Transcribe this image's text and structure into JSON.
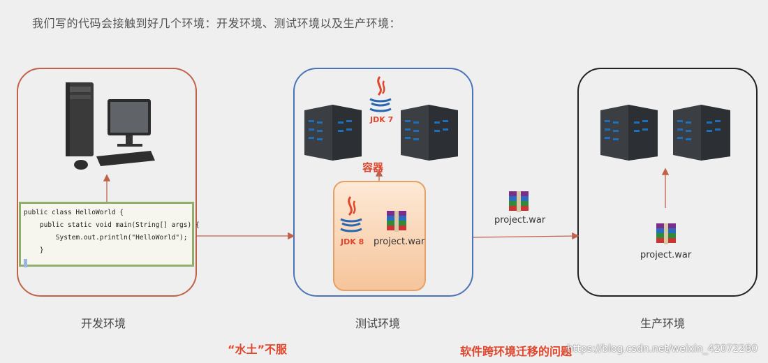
{
  "heading": "我们写的代码会接触到好几个环境：开发环境、测试环境以及生产环境：",
  "panels": {
    "dev": {
      "caption": "开发环境"
    },
    "test": {
      "caption": "测试环境",
      "container_label": "容器",
      "jdk_top": "JDK 7",
      "jdk_inner": "JDK 8",
      "war_inner": "project.war"
    },
    "prod": {
      "caption": "生产环境",
      "war_label": "project.war"
    }
  },
  "transfer": {
    "war_label": "project.war"
  },
  "code": {
    "lines": [
      "public class HelloWorld {",
      "    public static void main(String[] args) {",
      "        System.out.println(\"HelloWorld\");",
      "    }"
    ]
  },
  "footer": {
    "left_text": "“水土”不服",
    "right_text": "软件跨环境迁移的问题",
    "watermark": "https://blog.csdn.net/weixin_42072280"
  },
  "colors": {
    "dev_border": "#c0614a",
    "test_border": "#4a74b9",
    "prod_border": "#222222",
    "code_border": "#8fb06a",
    "accent_red": "#e0462c",
    "container_fill": "#f6c59b"
  }
}
